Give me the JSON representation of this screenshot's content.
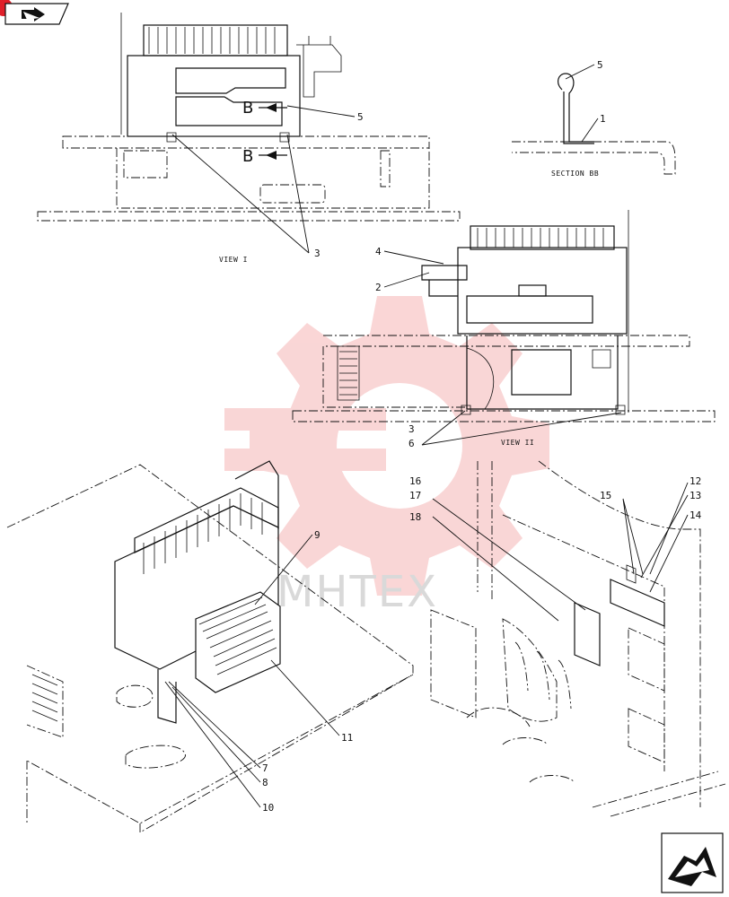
{
  "nav": {
    "back_icon": "back-arrow-icon",
    "next_icon": "forward-arrow-icon"
  },
  "views": {
    "view1": "VIEW I",
    "view2": "VIEW II",
    "section_bb": "SECTION BB"
  },
  "section_marker": {
    "letter": "B"
  },
  "callouts": {
    "c1": "1",
    "c2": "2",
    "c3a": "3",
    "c3b": "3",
    "c4": "4",
    "c5a": "5",
    "c5b": "5",
    "c6": "6",
    "c7": "7",
    "c8": "8",
    "c9": "9",
    "c10": "10",
    "c11": "11",
    "c12": "12",
    "c13": "13",
    "c14": "14",
    "c15": "15",
    "c16": "16",
    "c17": "17",
    "c18": "18"
  },
  "watermark": {
    "text": "MHTEX",
    "color": "#f7c6c6"
  },
  "colors": {
    "accent_dot": "#e0202a",
    "line": "#111111"
  }
}
